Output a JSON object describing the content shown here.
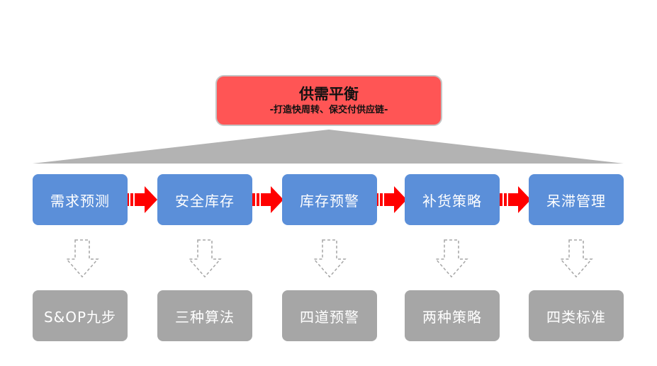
{
  "header": {
    "title": "供需平衡",
    "subtitle": "-打造快周转、保交付供应链-"
  },
  "steps": [
    {
      "label": "需求预测"
    },
    {
      "label": "安全库存"
    },
    {
      "label": "库存预警"
    },
    {
      "label": "补货策略"
    },
    {
      "label": "呆滞管理"
    }
  ],
  "results": [
    {
      "label": "S&OP九步"
    },
    {
      "label": "三种算法"
    },
    {
      "label": "四道预警"
    },
    {
      "label": "两种策略"
    },
    {
      "label": "四类标准"
    }
  ],
  "colors": {
    "header_fill": "#ff5555",
    "step_fill": "#5b8fd9",
    "result_fill": "#a6a6a6",
    "arrow_red": "#ff0000",
    "triangle_gray": "#b3b3b3"
  }
}
